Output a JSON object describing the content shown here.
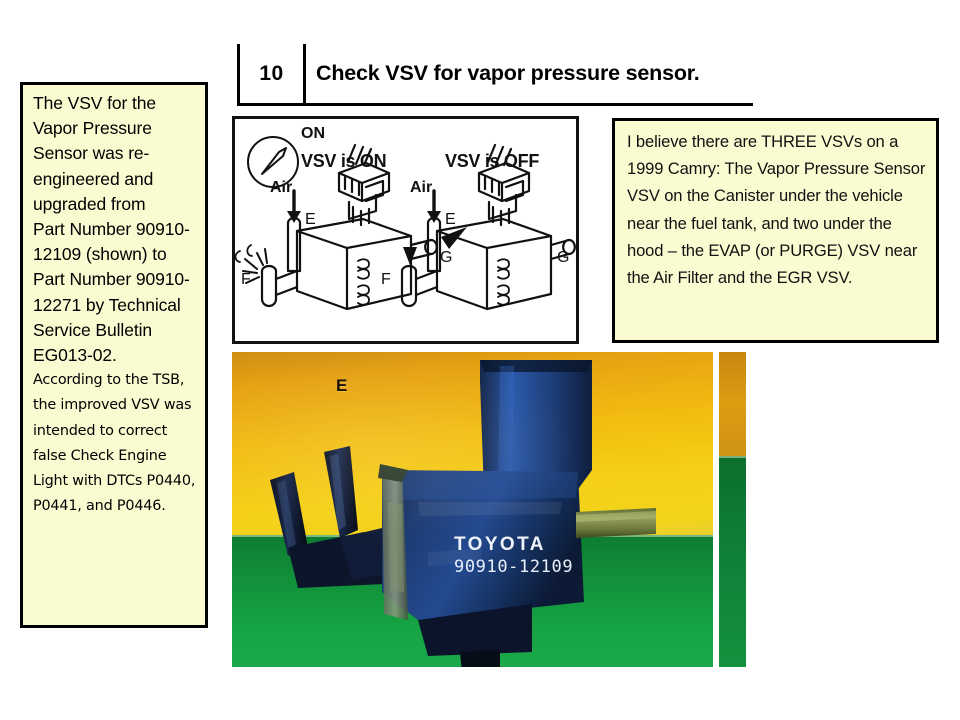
{
  "page": {
    "background": "#ffffff",
    "note_fill": "#fbfbd2",
    "note_border": "#000000"
  },
  "left_note": {
    "name": "vsv-part-number-note",
    "paragraph_1": "The VSV for the Vapor Pressure Sensor was re-engineered and upgraded from\nPart Number 90910-12109 (shown) to\nPart Number 90910-12271 by Technical Service Bulletin EG013-02.",
    "paragraph_2": "According to the TSB, the improved VSV was intended to correct false Check Engine Light with DTCs P0440, P0441, and P0446."
  },
  "right_note": {
    "name": "three-vsvs-note",
    "text": "I believe there are THREE VSVs on a 1999 Camry: The Vapor Pressure Sensor VSV on the Canister under the vehicle near the fuel tank, and two under the hood – the EVAP (or PURGE) VSV near the Air Filter and the EGR VSV."
  },
  "manual_header": {
    "step_number": "10",
    "step_title": "Check VSV for vapor pressure sensor."
  },
  "diagram": {
    "name": "vsv-on-off-schematic",
    "on_badge_label": "ON",
    "left_panel_title": "VSV is ON",
    "right_panel_title": "VSV is OFF",
    "left_air_label": "Air",
    "right_air_label": "Air",
    "ports": {
      "e": "E",
      "f": "F",
      "g": "G"
    }
  },
  "photo": {
    "name": "vsv-part-photograph",
    "port_label": "E",
    "brand_text": "TOYOTA",
    "part_number_text": "90910-12109",
    "background_top_color": "#f3bd10",
    "background_bottom_color": "#12913a",
    "part_body_color": "#1b3a6b"
  }
}
